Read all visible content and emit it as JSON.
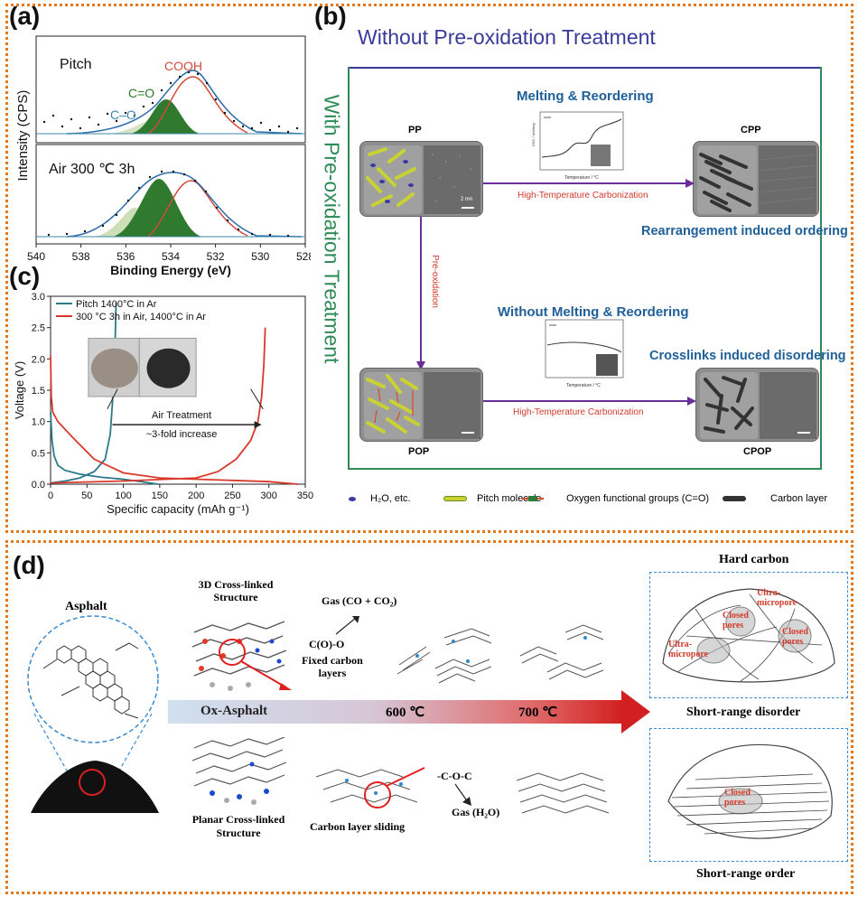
{
  "colors": {
    "frame_orange": "#e07a1a",
    "title_purple": "#3a3a9a",
    "green_side": "#2e8b57",
    "heading_blue": "#1f5f99",
    "red_text": "#d23a2a",
    "arrow_purple": "#6a2e9a",
    "xps_green": "#2a7a2a",
    "xps_red": "#d24a3a",
    "xps_blue": "#3a8aaa",
    "batt_teal": "#2a7a8a",
    "batt_red": "#d8392a"
  },
  "panel_labels": {
    "a": "(a)",
    "b": "(b)",
    "c": "(c)",
    "d": "(d)"
  },
  "panel_a": {
    "ylabel": "Intensity (CPS)",
    "xlabel": "Binding Energy  (eV)",
    "top_label": "Pitch",
    "bottom_label": "Air 300 ℃ 3h",
    "peak_labels": [
      "COOH",
      "C=O",
      "C–O"
    ],
    "xticks": [
      "540",
      "538",
      "536",
      "534",
      "532",
      "530",
      "528"
    ]
  },
  "panel_b": {
    "title_top": "Without Pre-oxidation Treatment",
    "title_side": "With Pre-oxidation Treatment",
    "melting": "Melting & Reordering",
    "without_melting": "Without Melting & Reordering",
    "rearrangement": "Rearrangement induced ordering",
    "crosslinks": "Crosslinks induced disordering",
    "pp": "PP",
    "cpp": "CPP",
    "pop": "POP",
    "cpop": "CPOP",
    "htc1": "High-Temperature Carbonization",
    "htc2": "High-Temperature Carbonization",
    "preox": "Pre-oxidation",
    "scale_bar": "2 nm",
    "legend": [
      "H₂O, etc.",
      "Pitch molecule",
      "Oxygen functional groups (C=O)",
      "Carbon layer"
    ]
  },
  "chart_data": {
    "type": "line",
    "xlabel": "Specific capacity (mAh g⁻¹)",
    "ylabel": "Voltage (V)",
    "xlim": [
      0,
      350
    ],
    "ylim": [
      0.0,
      3.0
    ],
    "xticks": [
      "0",
      "50",
      "100",
      "150",
      "200",
      "250",
      "300",
      "350"
    ],
    "yticks": [
      "0.0",
      "0.5",
      "1.0",
      "1.5",
      "2.0",
      "2.5",
      "3.0"
    ],
    "series": [
      {
        "name": "Pitch 1400°C in Ar",
        "color": "#2a7a8a",
        "discharge": [
          [
            0,
            1.15
          ],
          [
            2,
            0.7
          ],
          [
            5,
            0.45
          ],
          [
            10,
            0.3
          ],
          [
            20,
            0.22
          ],
          [
            40,
            0.16
          ],
          [
            70,
            0.11
          ],
          [
            100,
            0.08
          ],
          [
            130,
            0.03
          ],
          [
            148,
            0.0
          ]
        ],
        "charge": [
          [
            0,
            0.02
          ],
          [
            20,
            0.05
          ],
          [
            40,
            0.1
          ],
          [
            60,
            0.2
          ],
          [
            75,
            0.4
          ],
          [
            82,
            0.8
          ],
          [
            85,
            1.3
          ],
          [
            87,
            1.8
          ],
          [
            89,
            2.4
          ],
          [
            90,
            2.9
          ]
        ]
      },
      {
        "name": "300 °C 3h in Air, 1400°C in Ar",
        "color": "#d8392a",
        "discharge": [
          [
            0,
            2.05
          ],
          [
            1,
            1.4
          ],
          [
            3,
            1.15
          ],
          [
            10,
            1.0
          ],
          [
            30,
            0.75
          ],
          [
            60,
            0.4
          ],
          [
            100,
            0.18
          ],
          [
            150,
            0.1
          ],
          [
            200,
            0.08
          ],
          [
            250,
            0.06
          ],
          [
            300,
            0.04
          ],
          [
            340,
            0.0
          ]
        ],
        "charge": [
          [
            0,
            0.02
          ],
          [
            100,
            0.05
          ],
          [
            200,
            0.1
          ],
          [
            230,
            0.2
          ],
          [
            255,
            0.4
          ],
          [
            275,
            0.7
          ],
          [
            285,
            1.0
          ],
          [
            290,
            1.4
          ],
          [
            293,
            1.9
          ],
          [
            295,
            2.5
          ]
        ]
      }
    ],
    "annotations": [
      "Air Treatment",
      "~3-fold increase"
    ]
  },
  "panel_d": {
    "asphalt": "Asphalt",
    "cross3d": "3D Cross-linked Structure",
    "planar": "Planar Cross-linked Structure",
    "gas_co": "Gas (CO + CO₂)",
    "coo": "C(O)-O",
    "fixed": "Fixed carbon layers",
    "ox_asphalt": "Ox-Asphalt",
    "t600": "600 ℃",
    "t700": "700 ℃",
    "coc": "-C-O-C",
    "gas_h2o": "Gas (H₂O)",
    "sliding": "Carbon layer sliding",
    "hard_carbon": "Hard carbon",
    "ultra1": "Ultra-micropore",
    "ultra2": "Ultra-micropore",
    "closed1": "Closed pores",
    "closed2": "Closed pores",
    "closed3": "Closed pores",
    "short_disorder": "Short-range disorder",
    "short_order": "Short-range order"
  }
}
